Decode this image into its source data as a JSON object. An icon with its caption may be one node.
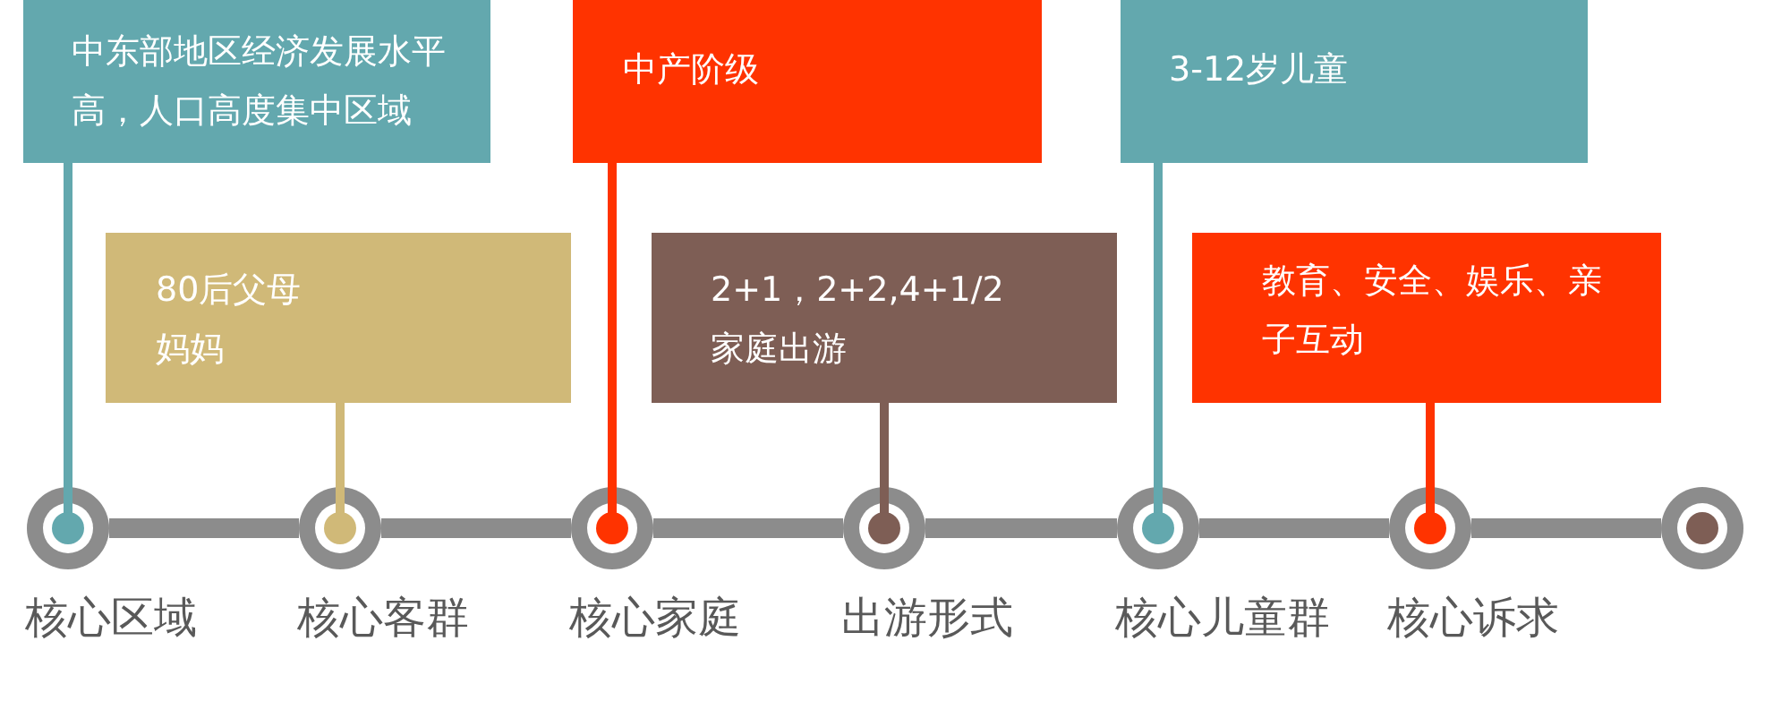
{
  "diagram": {
    "nodes": [
      {
        "text": [
          "中东部地区经济发展水平高，人口高度集中区域"
        ]
      },
      {
        "text": [
          "中产阶级"
        ]
      },
      {
        "text": [
          "3-12岁儿童"
        ]
      },
      {
        "text": [
          "80后父母妈妈"
        ]
      },
      {
        "text": [
          "2+1，2+2,4+1/2家庭出游"
        ]
      },
      {
        "text": [
          "教育、安全、娱乐、亲子互动"
        ]
      },
      {
        "text": [],
        "shape": "circle",
        "beside": [
          "核心区域"
        ]
      },
      {
        "text": [],
        "shape": "circle",
        "beside": [
          "核心客群"
        ]
      },
      {
        "text": [],
        "shape": "circle",
        "beside": [
          "核心家庭"
        ]
      },
      {
        "text": [],
        "shape": "circle",
        "beside": [
          "出游形式"
        ]
      },
      {
        "text": [],
        "shape": "circle",
        "beside": [
          "核心儿童群"
        ]
      },
      {
        "text": [],
        "shape": "circle",
        "beside": [
          "核心诉求"
        ]
      },
      {
        "text": [],
        "shape": "circle"
      }
    ],
    "edges": [
      {
        "from": 0,
        "to": 6,
        "arrow": "none",
        "color": "#63a8ae"
      },
      {
        "from": 3,
        "to": 7,
        "arrow": "none",
        "color": "#d0b978"
      },
      {
        "from": 1,
        "to": 8,
        "arrow": "none",
        "color": "#ff3300"
      },
      {
        "from": 4,
        "to": 9,
        "arrow": "none",
        "color": "#7e5e55"
      },
      {
        "from": 2,
        "to": 10,
        "arrow": "none",
        "color": "#63a8ae"
      },
      {
        "from": 5,
        "to": 11,
        "arrow": "none",
        "color": "#ff3300"
      },
      {
        "from": 6,
        "to": 7,
        "arrow": "none",
        "style": "thick"
      },
      {
        "from": 7,
        "to": 8,
        "arrow": "none",
        "style": "thick"
      },
      {
        "from": 8,
        "to": 9,
        "arrow": "none",
        "style": "thick"
      },
      {
        "from": 9,
        "to": 10,
        "arrow": "none",
        "style": "thick"
      },
      {
        "from": 10,
        "to": 11,
        "arrow": "none",
        "style": "thick"
      },
      {
        "from": 11,
        "to": 12,
        "arrow": "none",
        "style": "thick"
      }
    ]
  }
}
